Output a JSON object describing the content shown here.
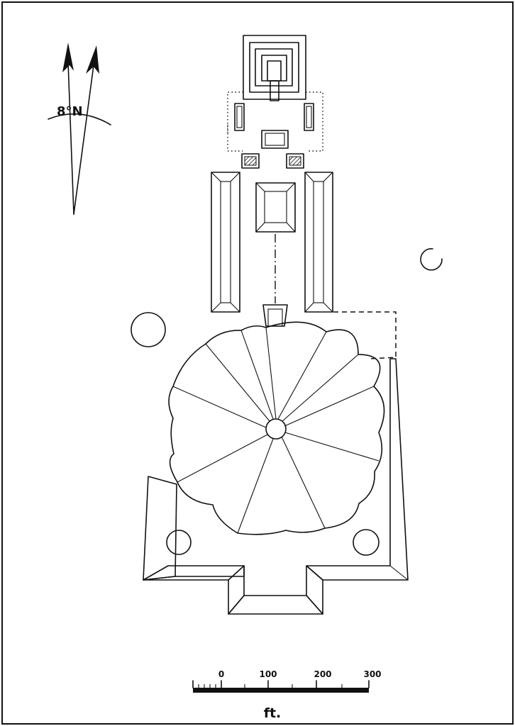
{
  "compass": {
    "label": "8°N",
    "icon": "north-arrow-icon"
  },
  "scale_bar": {
    "ticks": [
      "0",
      "100",
      "200",
      "300"
    ],
    "unit": "ft."
  }
}
